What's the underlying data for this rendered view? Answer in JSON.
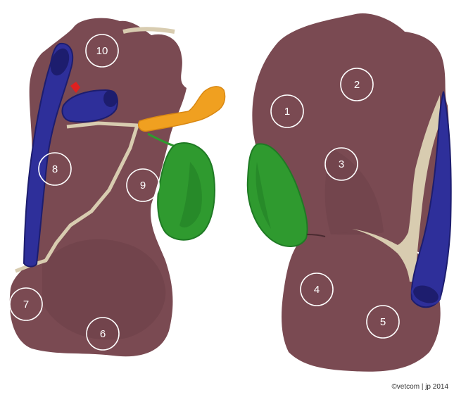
{
  "colors": {
    "liver": "#7a4a52",
    "liver_shade": "#6b3f47",
    "fissure": "#d8ccb0",
    "vein": "#2e2f9a",
    "vein_dark": "#1d1d6e",
    "bile_duct": "#f0a020",
    "gallbladder": "#2f9a2f",
    "gallbladder_dark": "#1f7a24",
    "label_circle": "#ffffff",
    "red_marker": "#e02020"
  },
  "left_view": {
    "segments": [
      {
        "id": "seg-10",
        "label": "10"
      },
      {
        "id": "seg-8",
        "label": "8"
      },
      {
        "id": "seg-9",
        "label": "9"
      },
      {
        "id": "seg-7",
        "label": "7"
      },
      {
        "id": "seg-6",
        "label": "6"
      }
    ]
  },
  "right_view": {
    "segments": [
      {
        "id": "seg-1",
        "label": "1"
      },
      {
        "id": "seg-2",
        "label": "2"
      },
      {
        "id": "seg-3",
        "label": "3"
      },
      {
        "id": "seg-4",
        "label": "4"
      },
      {
        "id": "seg-5",
        "label": "5"
      }
    ]
  },
  "copyright": "©vetcom | jp 2014"
}
